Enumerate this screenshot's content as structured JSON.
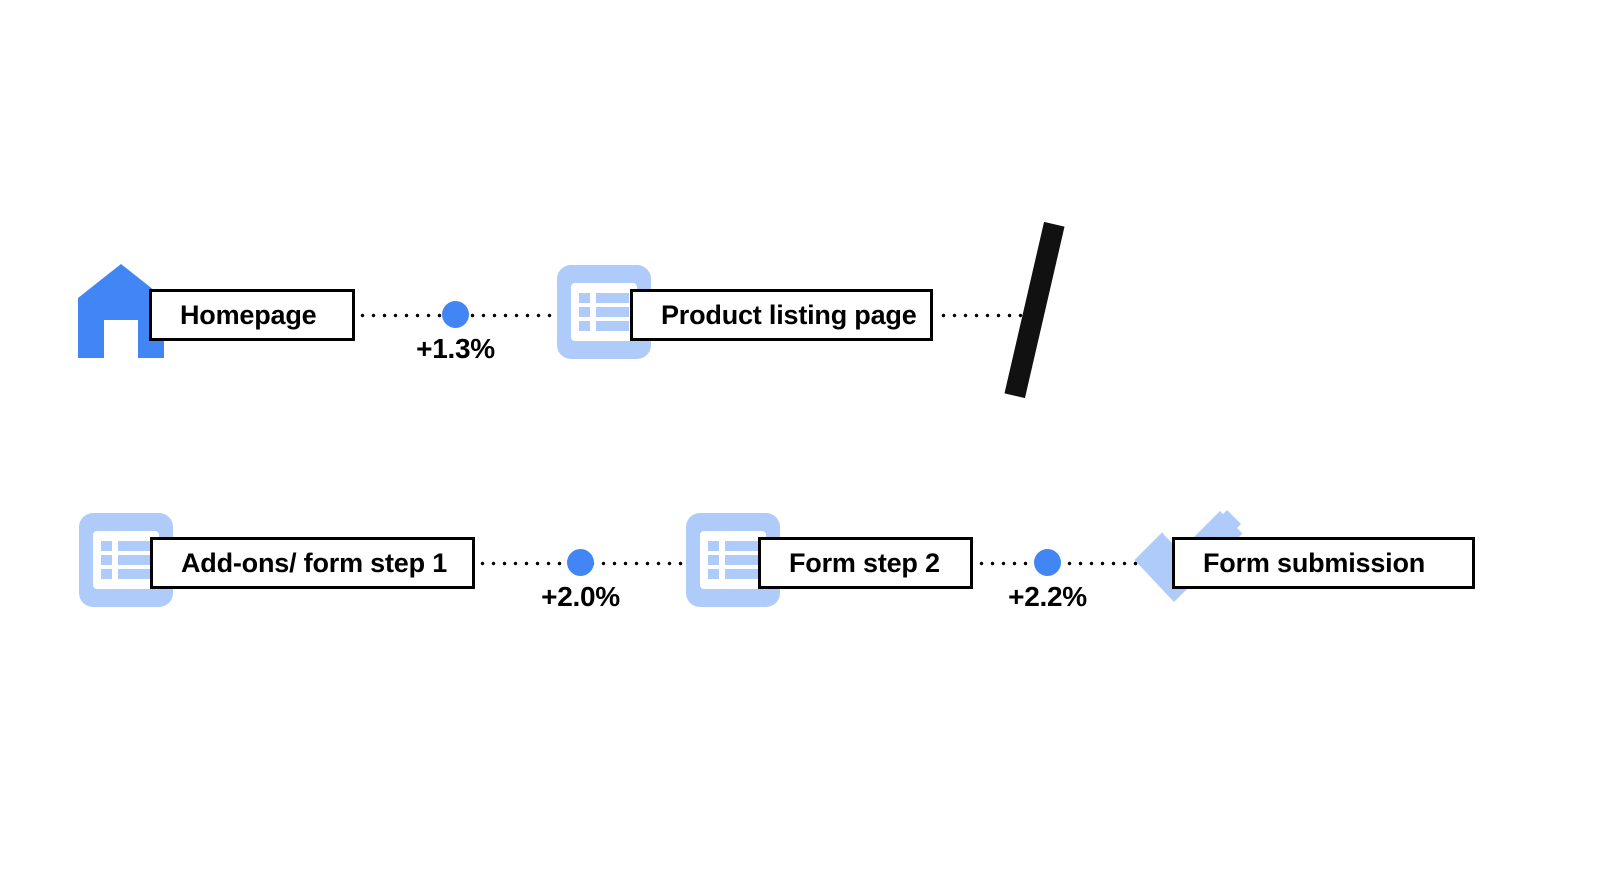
{
  "diagram": {
    "title": "Conversion funnel step diagram",
    "background_color": "#ffffff",
    "accent_color": "#4285F4",
    "accent_light_color": "#AECBFA",
    "line_color": "#000000",
    "rows": [
      {
        "row_name": "row-1",
        "steps": [
          {
            "id": "homepage",
            "label": "Homepage",
            "icon": "house-icon",
            "icon_style": "solid-blue"
          },
          {
            "id": "product-listing-page",
            "label": "Product listing page",
            "icon": "list-document-icon",
            "icon_style": "light-blue"
          }
        ],
        "connectors": [
          {
            "id": "connector-homepage-to-plp",
            "marker": {
              "id": "uplift-1",
              "value": "+1.3%",
              "dot_color": "#4285F4"
            }
          },
          {
            "id": "connector-plp-to-next-row",
            "marker": null
          }
        ],
        "break_glyph": {
          "id": "slash-break",
          "shape": "diagonal-bar",
          "color": "#111111"
        }
      },
      {
        "row_name": "row-2",
        "steps": [
          {
            "id": "add-ons-form-step-1",
            "label": "Add-ons/ form step 1",
            "icon": "list-document-icon",
            "icon_style": "light-blue"
          },
          {
            "id": "form-step-2",
            "label": "Form step 2",
            "icon": "list-document-icon",
            "icon_style": "light-blue"
          },
          {
            "id": "form-submission",
            "label": "Form submission",
            "icon": "checkmark-icon",
            "icon_style": "light-blue"
          }
        ],
        "connectors": [
          {
            "id": "connector-addons-to-form2",
            "marker": {
              "id": "uplift-2",
              "value": "+2.0%",
              "dot_color": "#4285F4"
            }
          },
          {
            "id": "connector-form2-to-submission",
            "marker": {
              "id": "uplift-3",
              "value": "+2.2%",
              "dot_color": "#4285F4"
            }
          }
        ]
      }
    ]
  },
  "chart_data": {
    "type": "diagram",
    "title": "Conversion funnel uplift by step",
    "nodes": [
      "Homepage",
      "Product listing page",
      "Add-ons/ form step 1",
      "Form step 2",
      "Form submission"
    ],
    "edges": [
      {
        "from": "Homepage",
        "to": "Product listing page",
        "label": "+1.3%"
      },
      {
        "from": "Add-ons/ form step 1",
        "to": "Form step 2",
        "label": "+2.0%"
      },
      {
        "from": "Form step 2",
        "to": "Form submission",
        "label": "+2.2%"
      }
    ],
    "values": [
      1.3,
      2.0,
      2.2
    ],
    "categories": [
      "Homepage → Product listing page",
      "Add-ons/ form step 1 → Form step 2",
      "Form step 2 → Form submission"
    ],
    "unit": "%"
  }
}
